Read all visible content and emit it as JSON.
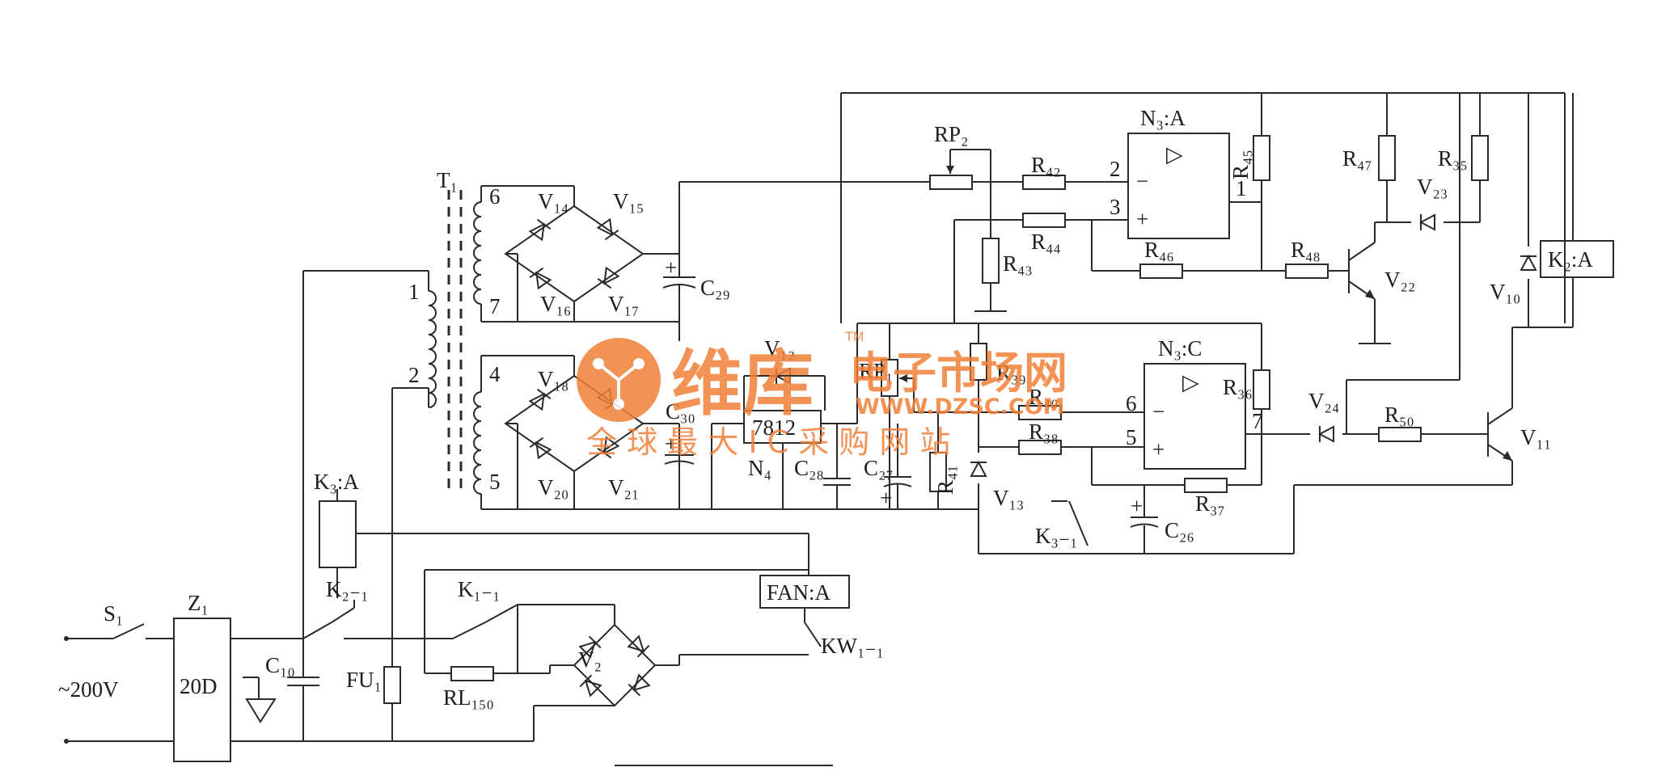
{
  "labels": {
    "s1": "S₁",
    "z1": "Z₁",
    "z1_part": "20D",
    "ac_source": "~200V",
    "c10": "C₁₀",
    "fu1": "FU₁",
    "k2_1": "K₂₋₁",
    "k3a": "K₃:A",
    "k1_1": "K₁₋₁",
    "rl150": "RL₁₅₀",
    "v2": "V₂",
    "fan": "FAN:A",
    "kw1_1": "KW₁₋₁",
    "t1": "T₁",
    "pin1": "1",
    "pin2": "2",
    "pin4": "4",
    "pin5": "5",
    "pin6": "6",
    "pin7": "7",
    "v14": "V₁₄",
    "v15": "V₁₅",
    "v16": "V₁₆",
    "v17": "V₁₇",
    "v18": "V₁₈",
    "v20": "V₂₀",
    "v21": "V₂₁",
    "c29": "C₂₉",
    "c30": "C₃₀",
    "v12": "V₁₂",
    "n4_part": "7812",
    "n4": "N₄",
    "c28": "C₂₈",
    "c27": "C₂₇",
    "rp1": "RP₁",
    "r41": "R₄₁",
    "v13": "V₁₃",
    "r39": "R₃₉",
    "r40": "R₄₀",
    "r38": "R₃₈",
    "k3_1": "K₃₋₁",
    "c26": "C₂₆",
    "r37": "R₃₇",
    "n3c": "N₃:C",
    "n3c_pin6": "6",
    "n3c_pin5": "5",
    "n3c_pin7": "7",
    "r36": "R₃₆",
    "v24": "V₂₄",
    "r50": "R₅₀",
    "v11": "V₁₁",
    "rp2": "RP₂",
    "r42": "R₄₂",
    "r43": "R₄₃",
    "r44": "R₄₄",
    "n3a": "N₃:A",
    "n3a_pin2": "2",
    "n3a_pin3": "3",
    "n3a_pin1": "1",
    "r45": "R₄₅",
    "r46": "R₄₆",
    "r48": "R₄₈",
    "v22": "V₂₂",
    "r47": "R₄₇",
    "v23": "V₂₃",
    "r35": "R₃₅",
    "v10": "V₁₀",
    "k2a": "K₂:A",
    "opamp_symbol": "▷",
    "minus": "−",
    "plus": "+"
  },
  "watermark": {
    "brand": "维库",
    "tm": "TM",
    "site_name": "电子市场网",
    "url": "WWW.DZSC.COM",
    "slogan": "全 球 最 大 I C 采 购 网 站",
    "color": "#f08038"
  }
}
